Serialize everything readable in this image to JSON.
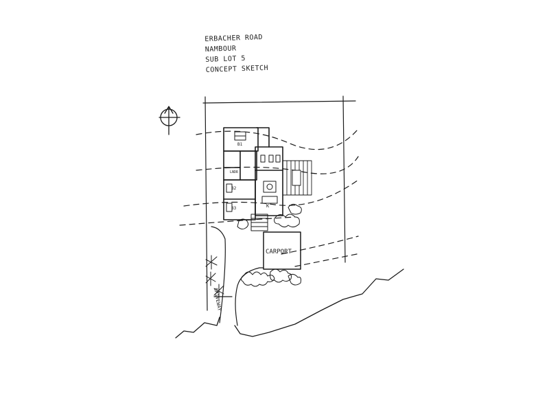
{
  "title_block": {
    "line1": "ERBACHER ROAD",
    "line2": "NAMBOUR",
    "line3": "SUB LOT 5",
    "line4": "CONCEPT SKETCH"
  },
  "labels": {
    "carport": "CARPORT",
    "driveway": "DRIVEWAY",
    "bed1": "B1",
    "bed2": "B2",
    "bed3": "B3",
    "laundry": "LNDR",
    "kitchen": "K"
  },
  "colors": {
    "ink": "#1a1a1a",
    "paper": "#ffffff"
  },
  "icons": {
    "north_arrow": "north-arrow-icon"
  }
}
